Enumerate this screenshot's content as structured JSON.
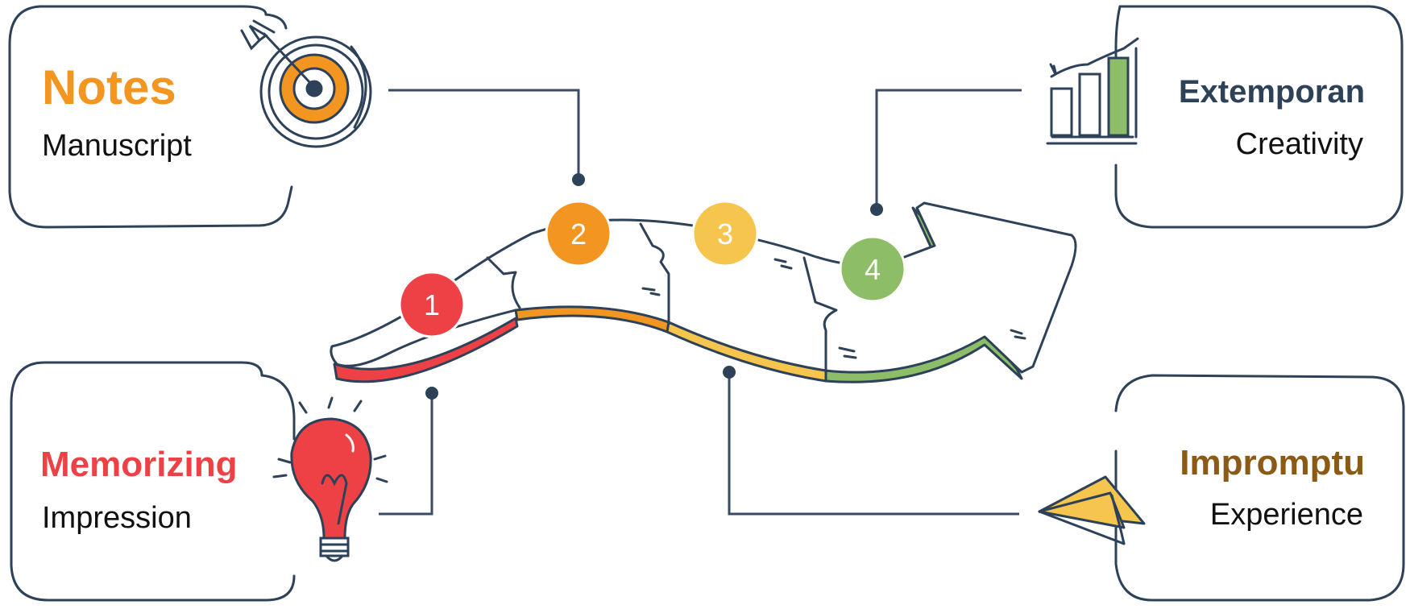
{
  "colors": {
    "red": "#EE4146",
    "orange": "#F39521",
    "yellow": "#F6C54E",
    "green": "#8DBE67",
    "navy": "#2D4258",
    "brown": "#8B5A14",
    "slate": "#3A4B63"
  },
  "cards": {
    "notes": {
      "title": "Notes",
      "subtitle": "Manuscript",
      "icon": "target-icon"
    },
    "memorizing": {
      "title": "Memorizing",
      "subtitle": "Impression",
      "icon": "lightbulb-icon"
    },
    "extemporan": {
      "title": "Extemporan",
      "subtitle": "Creativity",
      "icon": "bar-chart-icon"
    },
    "impromptu": {
      "title": "Impromptu",
      "subtitle": "Experience",
      "icon": "paper-plane-icon"
    }
  },
  "steps": [
    {
      "label": "1",
      "color": "#EE4146"
    },
    {
      "label": "2",
      "color": "#F39521"
    },
    {
      "label": "3",
      "color": "#F6C54E"
    },
    {
      "label": "4",
      "color": "#8DBE67"
    }
  ]
}
